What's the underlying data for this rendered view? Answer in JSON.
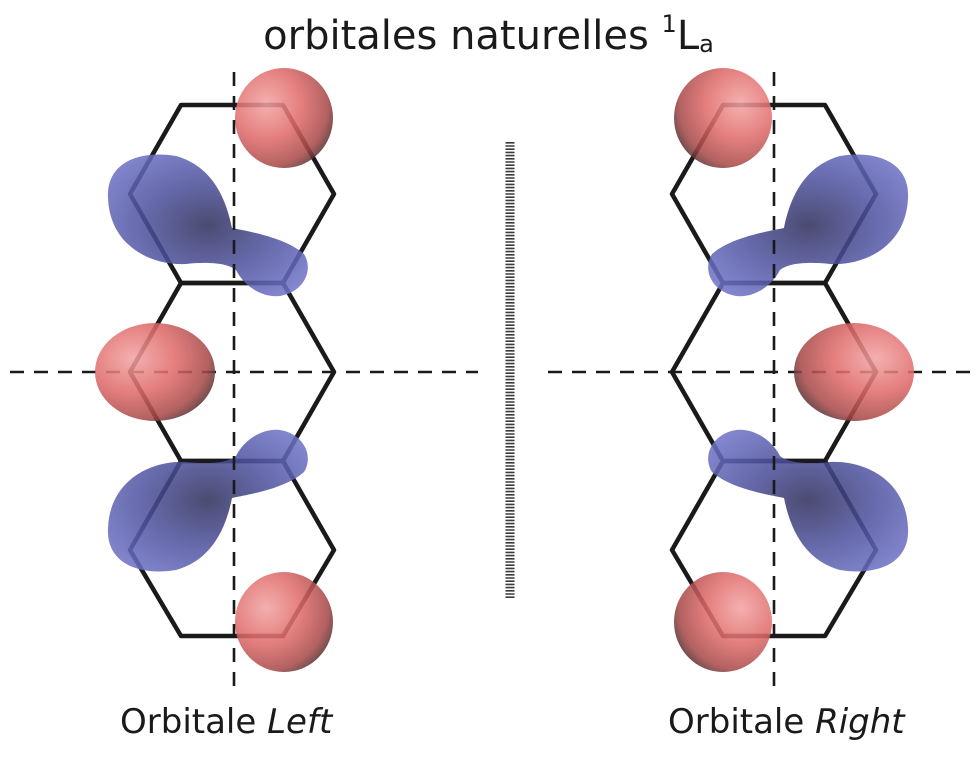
{
  "title": {
    "text": "orbitales naturelles ",
    "superscript": "1",
    "letter": "L",
    "subscript": "a"
  },
  "left_panel": {
    "caption_prefix": "Orbitale ",
    "caption_emphasis": "Left"
  },
  "right_panel": {
    "caption_prefix": "Orbitale ",
    "caption_emphasis": "Right"
  },
  "colors": {
    "positive_lobe": "#e06a6a",
    "negative_lobe": "#6468bf",
    "skeleton": "#1a1a1a",
    "axis": "#1a1a1a"
  },
  "icons": {
    "mirror_plane": "mirror-plane-icon"
  }
}
